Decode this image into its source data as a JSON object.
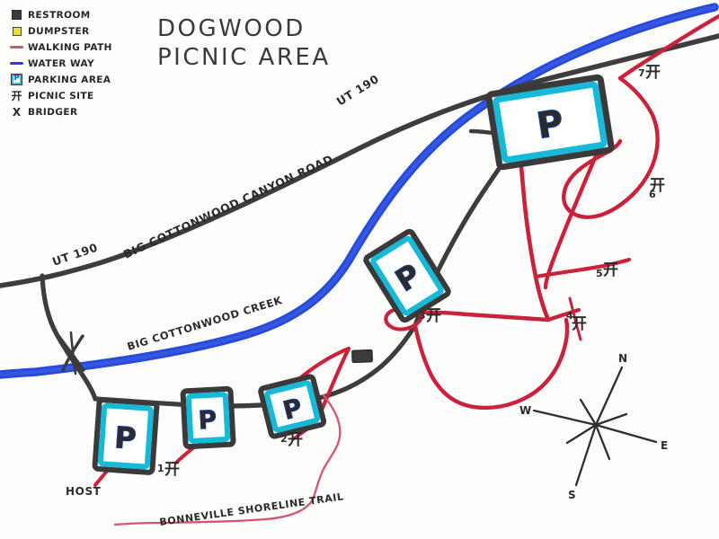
{
  "map": {
    "title_line1": "DOGWOOD",
    "title_line2": "PICNIC AREA",
    "background_color": "#fdfdfc"
  },
  "legend": {
    "items": [
      {
        "icon": "restroom-square-icon",
        "label": "RESTROOM",
        "color": "#3b3b3b"
      },
      {
        "icon": "dumpster-square-icon",
        "label": "DUMPSTER",
        "color": "#e8e03a"
      },
      {
        "icon": "walking-path-line-icon",
        "label": "WALKING PATH",
        "color": "#d6536a"
      },
      {
        "icon": "water-way-line-icon",
        "label": "WATER WAY",
        "color": "#2b3fd6"
      },
      {
        "icon": "parking-area-square-icon",
        "label": "PARKING AREA",
        "color": "#16b9d8"
      },
      {
        "icon": "picnic-site-table-icon",
        "label": "PICNIC SITE",
        "glyph": "开",
        "color": "#272727"
      },
      {
        "icon": "bridge-x-icon",
        "label": "BRIDGER",
        "glyph": "X",
        "color": "#272727"
      }
    ]
  },
  "road": {
    "name": "BIG COTTONWOOD CANYON ROAD",
    "route_label_west": "UT 190",
    "route_label_east": "UT 190",
    "full_label": "UT 190   BIG  COTTONWOOD  CANYON  ROAD",
    "color": "#3d3d3d"
  },
  "creek": {
    "name": "BIG  COTTONWOOD  CREEK",
    "color": "#1f44d8"
  },
  "trail": {
    "name": "BONNEVILLE  SHORELINE  TRAIL",
    "color": "#d4566e"
  },
  "paths": {
    "color": "#c9223a"
  },
  "parking_lots": [
    {
      "id": "parking-lot-main",
      "label": "P",
      "rotation": -9
    },
    {
      "id": "parking-lot-middle",
      "label": "P",
      "rotation": -32
    },
    {
      "id": "parking-lot-west",
      "label": "P",
      "rotation": 4
    },
    {
      "id": "parking-lot-center",
      "label": "P",
      "rotation": -3
    },
    {
      "id": "parking-lot-east",
      "label": "P",
      "rotation": -14
    }
  ],
  "picnic_sites": [
    {
      "number": "1",
      "glyph": "开"
    },
    {
      "number": "2",
      "glyph": "开"
    },
    {
      "number": "3",
      "glyph": "开"
    },
    {
      "number": "4",
      "glyph": "开"
    },
    {
      "number": "5",
      "glyph": "开"
    },
    {
      "number": "6",
      "glyph": "开"
    },
    {
      "number": "7",
      "glyph": "开"
    }
  ],
  "markers": {
    "host_label": "HOST",
    "restroom_present": true,
    "bridge_present": true
  },
  "compass": {
    "north": "N",
    "east": "E",
    "south": "S",
    "west": "W"
  }
}
